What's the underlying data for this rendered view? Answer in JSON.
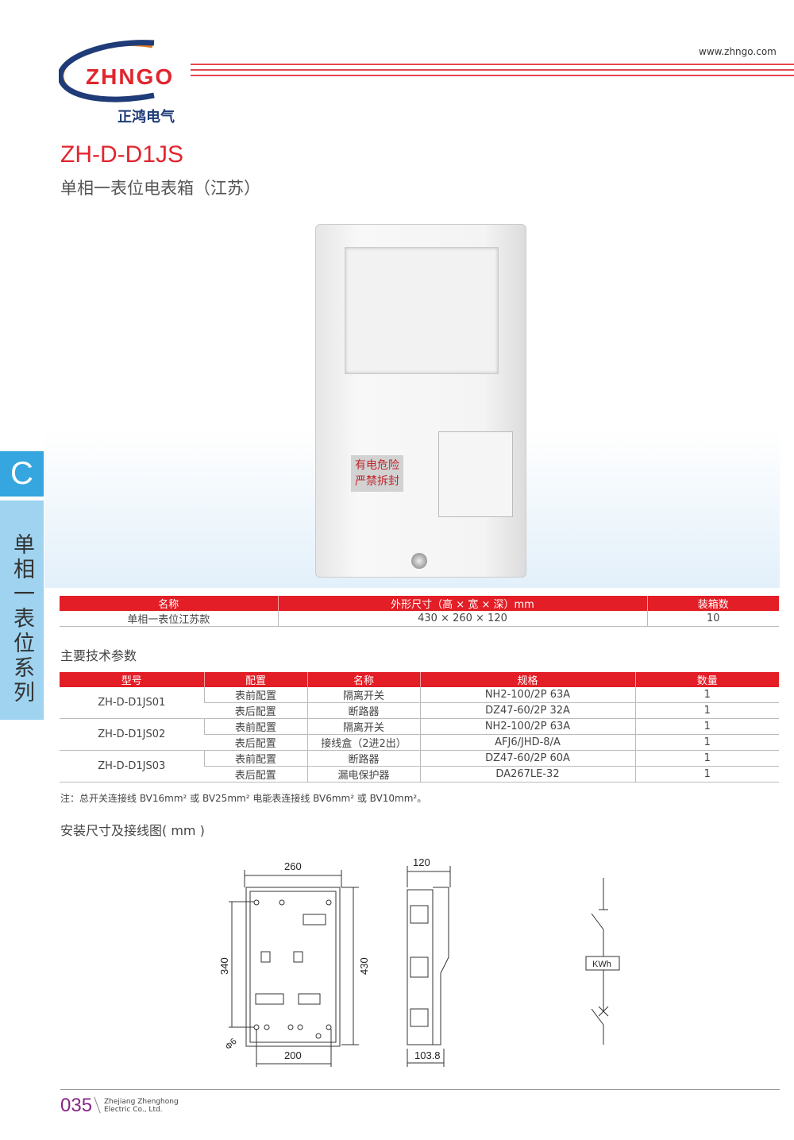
{
  "header": {
    "website": "www.zhngo.com",
    "logo_text": "ZHNGO",
    "logo_cn": "正鸿电气"
  },
  "product": {
    "model": "ZH-D-D1JS",
    "name": "单相一表位电表箱（江苏）",
    "warning_label": [
      "有电危险",
      "严禁拆封"
    ]
  },
  "side_tab": {
    "letter": "C",
    "series": "单相一表位系列"
  },
  "spec_table": {
    "headers": [
      "名称",
      "外形尺寸（高 × 宽 × 深）mm",
      "装箱数"
    ],
    "rows": [
      [
        "单相一表位江苏款",
        "430 × 260 × 120",
        "10"
      ]
    ]
  },
  "tech_section": {
    "title": "主要技术参数",
    "headers": [
      "型号",
      "配置",
      "名称",
      "规格",
      "数量"
    ],
    "groups": [
      {
        "model": "ZH-D-D1JS01",
        "rows": [
          [
            "表前配置",
            "隔离开关",
            "NH2-100/2P 63A",
            "1"
          ],
          [
            "表后配置",
            "断路器",
            "DZ47-60/2P 32A",
            "1"
          ]
        ]
      },
      {
        "model": "ZH-D-D1JS02",
        "rows": [
          [
            "表前配置",
            "隔离开关",
            "NH2-100/2P 63A",
            "1"
          ],
          [
            "表后配置",
            "接线盒（2进2出）",
            "AFJ6/JHD-8/A",
            "1"
          ]
        ]
      },
      {
        "model": "ZH-D-D1JS03",
        "rows": [
          [
            "表前配置",
            "断路器",
            "DZ47-60/2P 60A",
            "1"
          ],
          [
            "表后配置",
            "漏电保护器",
            "DA267LE-32",
            "1"
          ]
        ]
      }
    ],
    "note": "注：总开关连接线 BV16mm² 或 BV25mm² 电能表连接线 BV6mm² 或 BV10mm²。"
  },
  "drawing": {
    "title": "安装尺寸及接线图( mm )",
    "dims": {
      "width": "260",
      "height": "430",
      "mount_height": "340",
      "mount_width": "200",
      "hole": "Φ6",
      "depth": "120",
      "depth2": "103.8"
    },
    "meter_label": "KWh"
  },
  "footer": {
    "page": "035",
    "company_line1": "Zhejiang Zhenghong",
    "company_line2": "Electric Co., Ltd."
  }
}
